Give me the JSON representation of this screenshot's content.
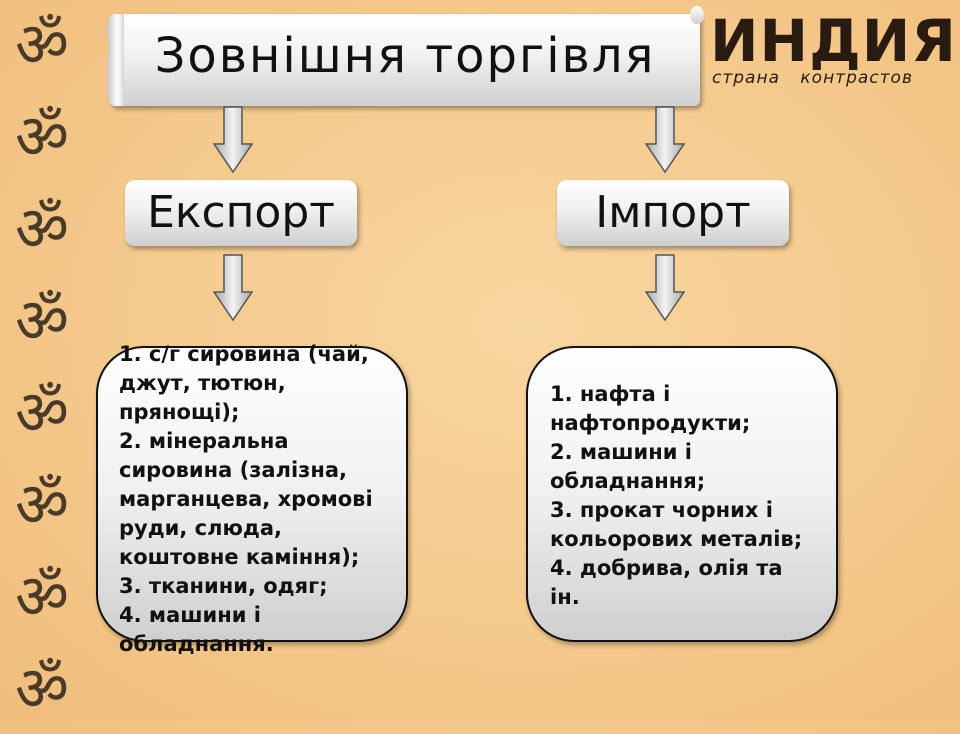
{
  "title": "Зовнішня торгівля",
  "logo": {
    "main": "ИНДИЯ",
    "sub": "страна контрастов"
  },
  "om_symbol": "ॐ",
  "export": {
    "label": "Експорт",
    "lines": [
      "1. с/г сировина (чай,",
      "джут, тютюн,",
      "прянощі);",
      "2. мінеральна",
      "сировина (залізна,",
      "марганцева, хромові",
      "руди, слюда,",
      "коштовне каміння);",
      "3. тканини, одяг;",
      "4. машини і",
      "обладнання."
    ]
  },
  "import": {
    "label": "Імпорт",
    "lines": [
      "1. нафта і",
      "нафтопродукти;",
      "2. машини і",
      "обладнання;",
      "3. прокат чорних і",
      "кольорових металів;",
      "4. добрива, олія та",
      "ін."
    ]
  },
  "colors": {
    "background": "#f4c98c",
    "om": "#4a3a2a",
    "text": "#111111"
  }
}
